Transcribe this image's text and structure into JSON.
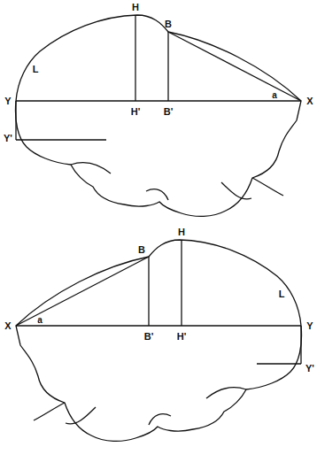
{
  "diagram": {
    "labels": [
      "H",
      "B",
      "L",
      "Y",
      "H'",
      "B'",
      "a",
      "X",
      "Y'",
      "H",
      "B",
      "X",
      "a",
      "L",
      "Y",
      "B'",
      "H'",
      "Y'"
    ]
  }
}
